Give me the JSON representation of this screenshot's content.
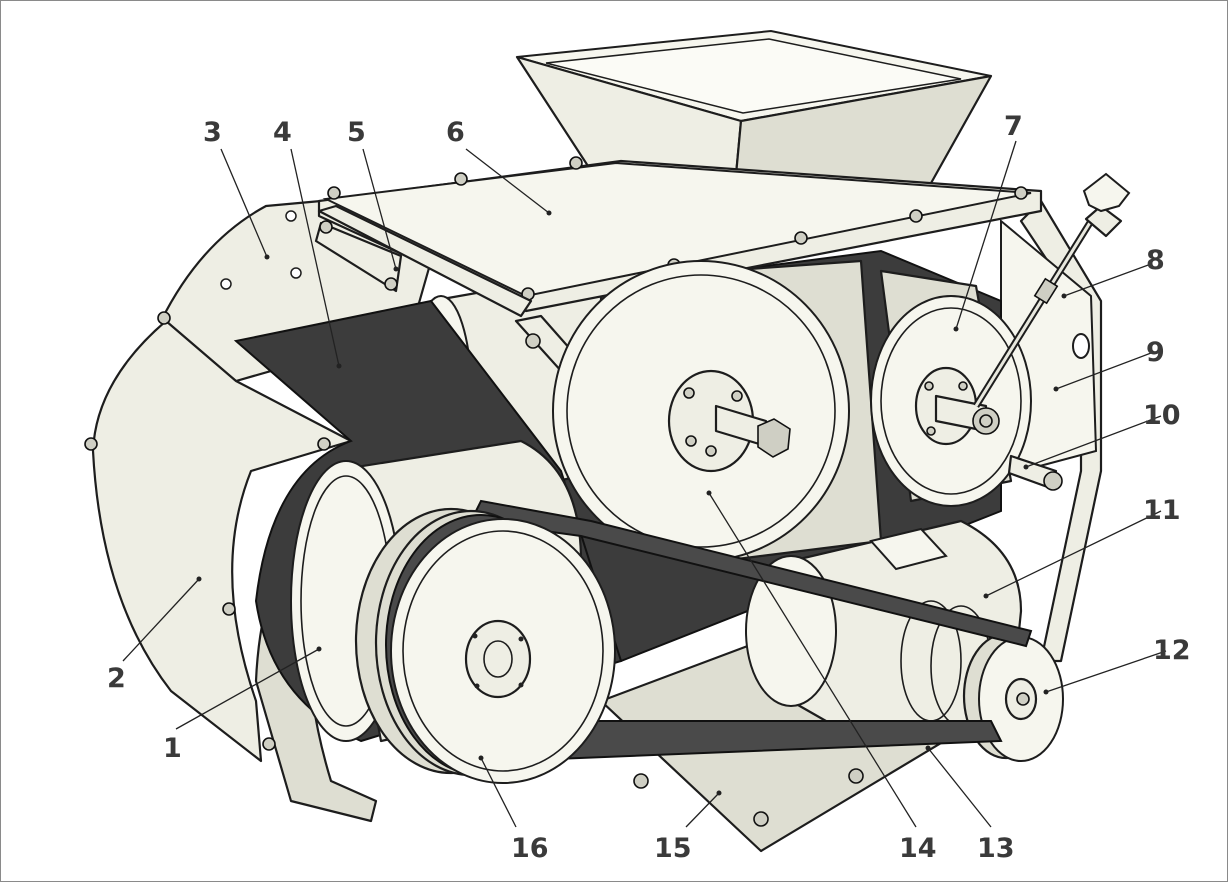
{
  "figure": {
    "labels": [
      "1",
      "2",
      "3",
      "4",
      "5",
      "6",
      "7",
      "8",
      "9",
      "10",
      "11",
      "12",
      "13",
      "14",
      "15",
      "16"
    ]
  },
  "colors": {
    "metal": "#eeeee4",
    "belt": "#3c3c3c",
    "outline": "#1d1d1d",
    "label": "#3a3a3a"
  }
}
